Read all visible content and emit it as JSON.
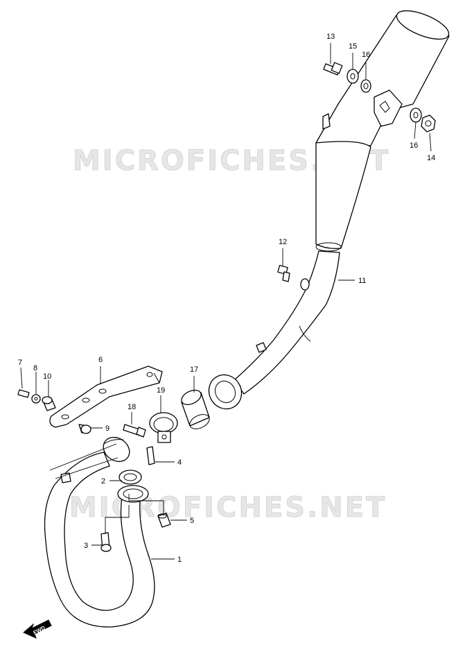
{
  "watermark": "MICROFICHES.NET",
  "fwd_label": "FWD",
  "callouts": [
    "1",
    "2",
    "3",
    "4",
    "5",
    "6",
    "7",
    "8",
    "9",
    "10",
    "11",
    "12",
    "13",
    "14",
    "15",
    "16",
    "16",
    "17",
    "18",
    "19"
  ]
}
